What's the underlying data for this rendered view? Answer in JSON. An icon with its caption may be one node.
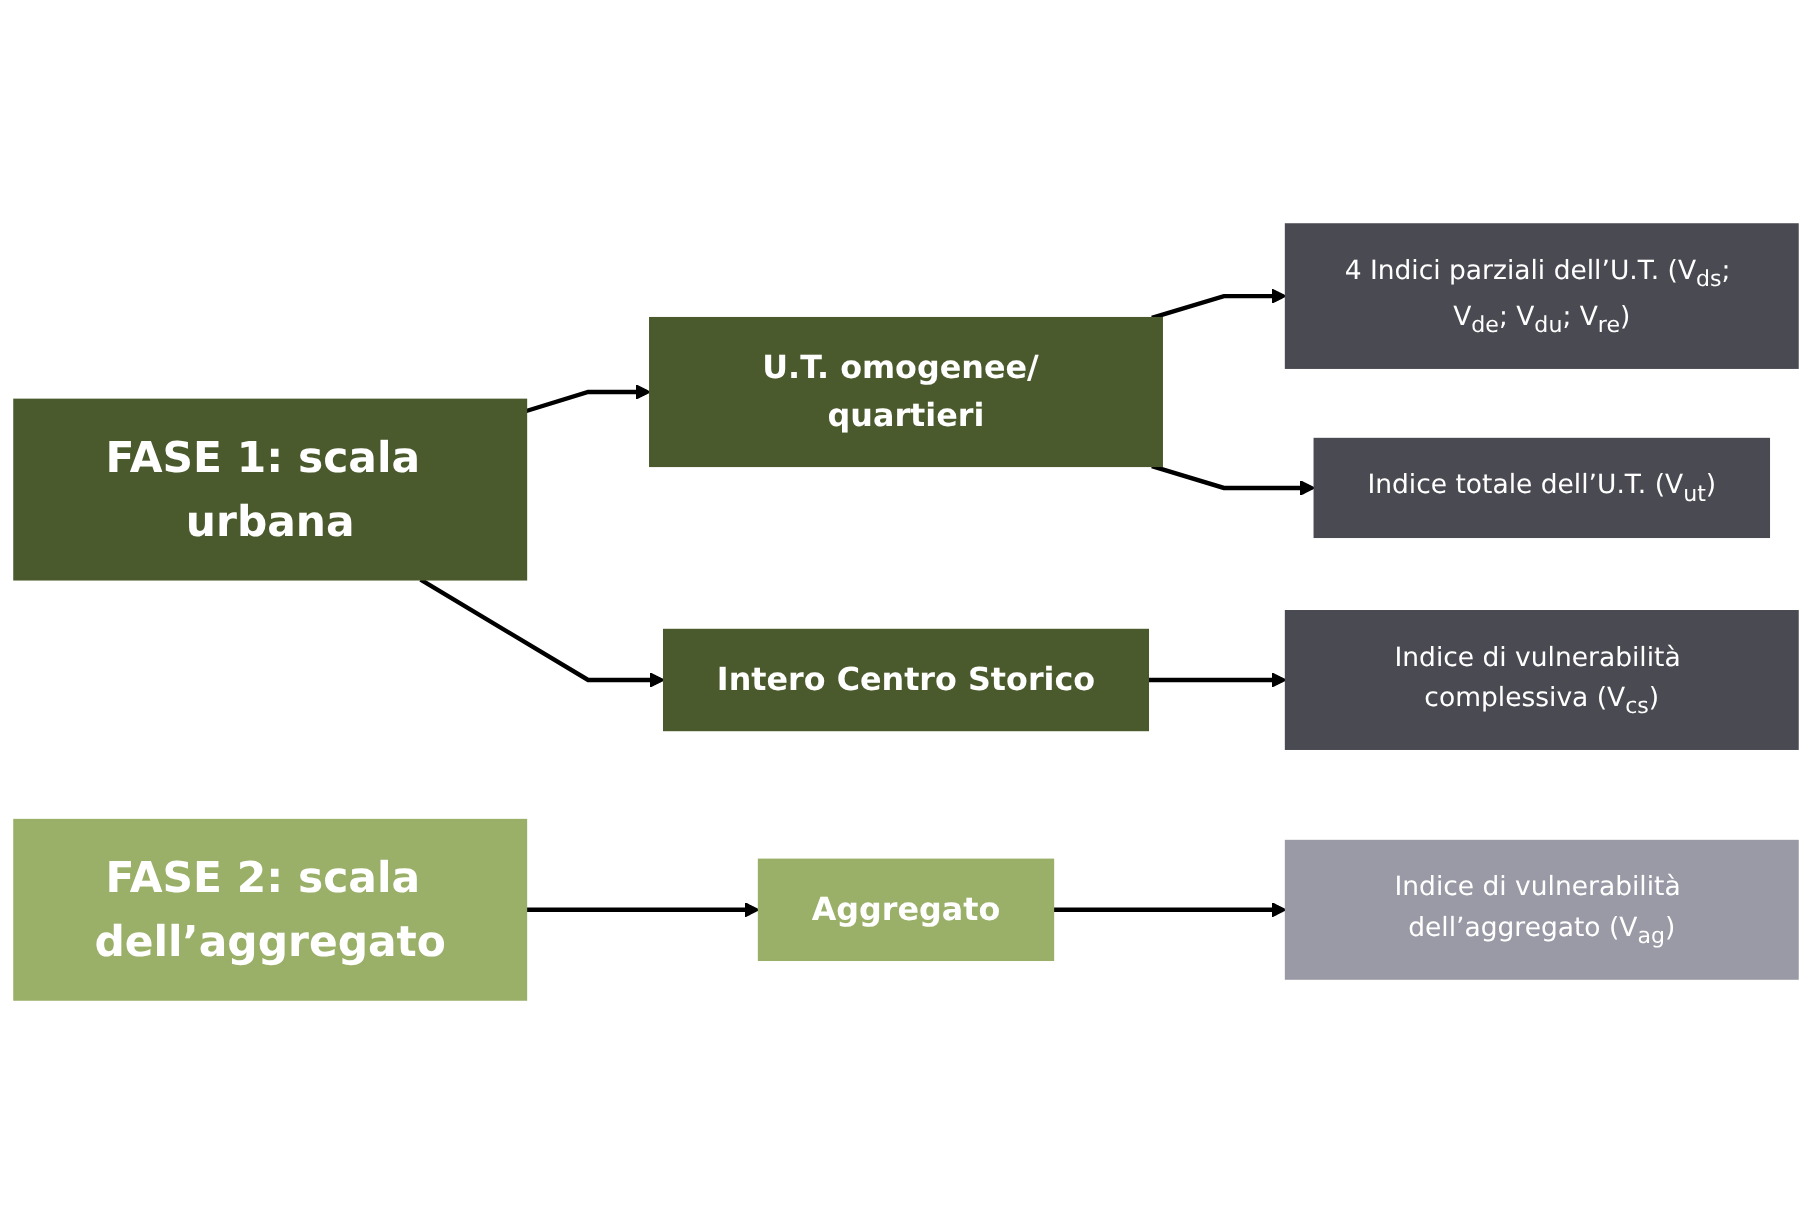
{
  "diagram": {
    "nodes": [
      {
        "text": [
          "FASE 1: scala urbana"
        ]
      },
      {
        "text": [
          "U.T. omogenee/ quartieri"
        ]
      },
      {
        "text": [
          "Intero Centro Storico"
        ]
      },
      {
        "text": [
          "4 Indici parziali dell’U.T. (V$_{ds}$; V$_{de}$; V$_{du}$; V$_{re}$)"
        ]
      },
      {
        "text": [
          "Indice totale dell’U.T. (V$_{ut}$)"
        ]
      },
      {
        "text": [
          "Indice di vulnerabilità complessiva (V$_{cs}$)"
        ]
      },
      {
        "text": [
          "FASE 2: scala dell’aggregato"
        ]
      },
      {
        "text": [
          "Aggregato"
        ]
      },
      {
        "text": [
          "Indice di vulnerabilità dell’aggregato (V$_{ag}$)"
        ]
      }
    ],
    "edges": [
      {
        "from": 0,
        "to": 1,
        "arrow": "to"
      },
      {
        "from": 0,
        "to": 2,
        "arrow": "to"
      },
      {
        "from": 1,
        "to": 3,
        "arrow": "to"
      },
      {
        "from": 1,
        "to": 4,
        "arrow": "to"
      },
      {
        "from": 2,
        "to": 5,
        "arrow": "to"
      },
      {
        "from": 6,
        "to": 7,
        "arrow": "to"
      },
      {
        "from": 7,
        "to": 8,
        "arrow": "to"
      }
    ]
  }
}
